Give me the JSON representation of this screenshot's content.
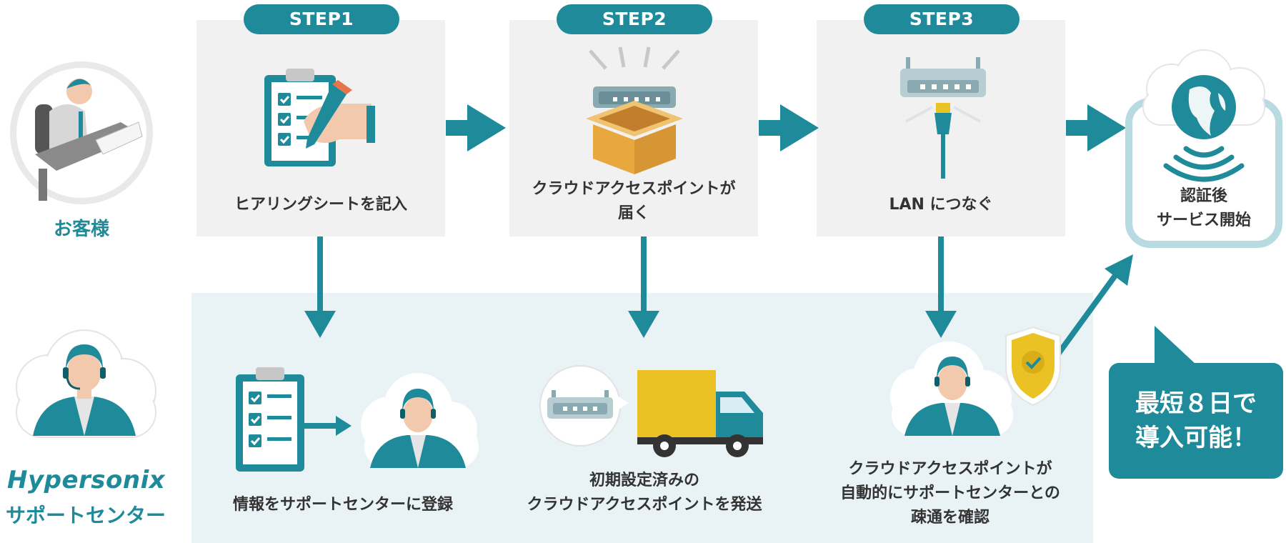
{
  "customer": {
    "label": "お客様"
  },
  "support": {
    "brand": "Hypersonix",
    "label": "サポートセンター"
  },
  "steps": [
    {
      "pill": "STEP1",
      "caption_lines": [
        "ヒアリングシートを記入"
      ]
    },
    {
      "pill": "STEP2",
      "caption_lines": [
        "クラウドアクセスポイントが",
        "届く"
      ]
    },
    {
      "pill": "STEP3",
      "caption_lines": [
        "LAN につなぐ"
      ]
    }
  ],
  "final": {
    "lines": [
      "認証後",
      "サービス開始"
    ]
  },
  "support_steps": [
    {
      "lines": [
        "情報をサポートセンターに登録"
      ]
    },
    {
      "lines": [
        "初期設定済みの",
        "クラウドアクセスポイントを発送"
      ]
    },
    {
      "lines": [
        "クラウドアクセスポイントが",
        "自動的にサポートセンターとの",
        "疎通を確認"
      ]
    }
  ],
  "callout": {
    "lines": [
      "最短８日で",
      "導入可能！"
    ]
  },
  "colors": {
    "teal": "#1f8a99",
    "box": "#f1f1f1",
    "band": "#e9f3f5",
    "yellow": "#e9c224"
  }
}
